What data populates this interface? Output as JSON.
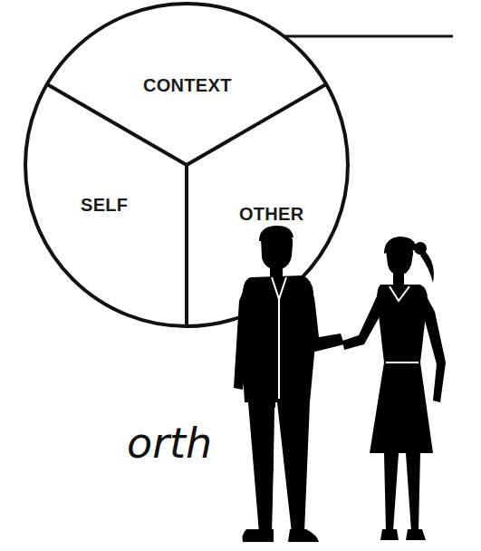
{
  "diagram": {
    "nodes": [
      {
        "text": [
          "CONTEXT"
        ]
      },
      {
        "text": [
          "SELF"
        ]
      },
      {
        "text": [
          "OTHER"
        ]
      }
    ],
    "labels": [
      "orth"
    ]
  }
}
